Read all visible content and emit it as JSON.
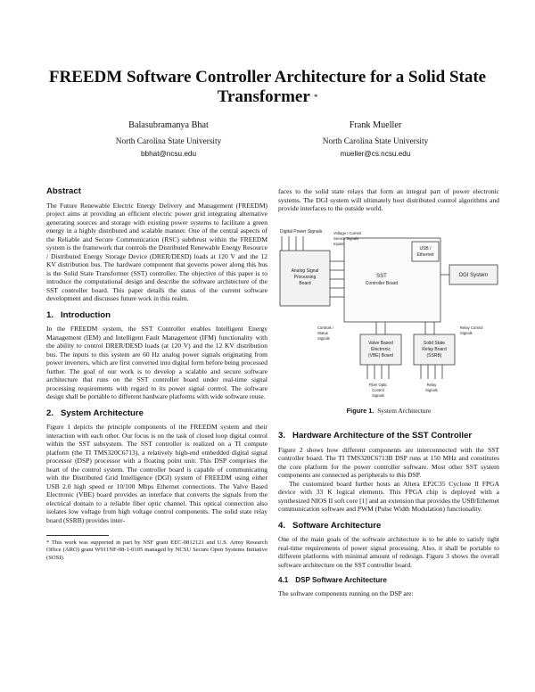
{
  "paper": {
    "title": "FREEDM Software Controller Architecture for a Solid State Transformer",
    "title_mark": "*",
    "authors": [
      {
        "name": "Balasubramanya Bhat",
        "affiliation": "North Carolina State University",
        "email": "bbhat@ncsu.edu"
      },
      {
        "name": "Frank Mueller",
        "affiliation": "North Carolina State University",
        "email": "mueller@cs.ncsu.edu"
      }
    ],
    "abstract_heading": "Abstract",
    "abstract": "The Future Renewable Electric Energy Delivery and Management (FREEDM) project aims at providing an efficient electric power grid integrating alternative generating sources and storage with existing power systems to facilitate a green energy in a highly distributed and scalable manner. One of the central aspects of the Reliable and Secure Communication (RSC) subthrust within the FREEDM system is the framework that controls the Distributed Renewable Energy Resource / Distributed Energy Storage Device (DRER/DESD) loads at 120 V and the 12 KV distribution bus. The hardware component that governs power along this bus is the Solid State Transformer (SST) controller. The objective of this paper is to introduce the computational design and describe the software architecture of the SST controller board. This paper details the status of the current software development and discusses future work in this realm.",
    "sec1": {
      "num": "1.",
      "title": "Introduction",
      "paras": [
        "In the FREEDM system, the SST Controller enables Intelligent Energy Management (IEM) and Intelligent Fault Management (IFM) functionality with the ability to control DRER/DESD loads (at 120 V) and the 12 KV distribution bus. The inputs to this system are 60 Hz analog power signals originating from power inverters, which are first converted into digital form before being processed further. The goal of our work is to develop a scalable and secure software architecture that runs on the SST controller board under real-time signal processing requirements with regard to its power signal control. The software design shall be portable to different hardware platforms with wide software reuse."
      ]
    },
    "sec2": {
      "num": "2.",
      "title": "System Architecture",
      "paras": [
        "Figure 1 depicts the principle components of the FREEDM system and their interaction with each other. Our focus is on the task of closed loop digital control within the SST subsystem. The SST controller is realized on a TI compute platform (the TI TMS320C6713), a relatively high-end embedded digital signal processor (DSP) processor with a floating point unit. This DSP comprises the heart of the control system. The controller board is capable of communicating with the Distributed Grid Intelligence (DGI) system of FREEDM using either USB 2.0 high speed or 10/100 Mbps Ethernet connections. The Valve Based Electronic (VBE) board provides an interface that converts the signals from the electrical domain to a reliable fiber optic channel. This optical connection also isolates low voltage from high voltage control components. The solid state relay board (SSRB) provides inter-"
      ]
    },
    "footnote": "* This work was supported in part by NSF grant EEC-0812121 and U.S. Army Research Office (ARO) grant W911NF-08-1-0105 managed by NCSU Secure Open Systems Initiative (SOSI).",
    "col2_top": "faces to the solid state relays that form an integral part of power electronic systems. The DGI system will ultimately host distributed control algorithms and provide interfaces to the outside world.",
    "figure": {
      "caption_label": "Figure 1.",
      "caption_text": "System Architecture",
      "labels": {
        "digital_power_signals": "Digital Power Signals",
        "analog_processing_1": "Analog Signal",
        "analog_processing_2": "Processing",
        "analog_processing_3": "Board",
        "sst_1": "SST",
        "sst_2": "Controller Board",
        "usb_ethernet_1": "USB /",
        "usb_ethernet_2": "Ethernet",
        "dgi": "DGI System",
        "vbe_1": "Valve Based",
        "vbe_2": "Electronic",
        "vbe_3": "(VBE) Board",
        "ssrb_1": "Solid State",
        "ssrb_2": "Relay Board",
        "ssrb_3": "(SSRB)",
        "side_in_1": "Voltage / Current",
        "side_in_2": "Sensor Signals",
        "side_in_3": "Inputs",
        "left_low_1": "Controls /",
        "left_low_2": "Status",
        "left_low_3": "Signals",
        "right_low_1": "Relay Control",
        "right_low_2": "Signals",
        "bottom_left_1": "Fiber Optic",
        "bottom_left_2": "Control",
        "bottom_left_3": "Signals",
        "bottom_right_1": "Relay",
        "bottom_right_2": "Signals"
      }
    },
    "sec3": {
      "num": "3.",
      "title": "Hardware Architecture of the SST Controller",
      "paras": [
        "Figure 2 shows how different components are interconnected with the SST controller board. The TI TMS320C6713B DSP runs at 150 MHz and constitutes the core platform for the power controller software. Most other SST system components are connected as peripherals to this DSP.",
        "The customized board further hosts an Altera EP2C35 Cyclone II FPGA device with 33 K logical elements. This FPGA chip is deployed with a synthesized NIOS II soft core [1] and an extension that provides the USB/Ethernet communication software and PWM (Pulse Width Modulation) functionality."
      ]
    },
    "sec4": {
      "num": "4.",
      "title": "Software Architecture",
      "paras": [
        "One of the main goals of the software architecture is to be able to satisfy tight real-time requirements of power signal processing. Also, it shall be portable to different platforms with minimal amount of redesign. Figure 3 shows the overall software architecture on the SST controller board."
      ]
    },
    "sec41": {
      "num": "4.1",
      "title": "DSP Software Architecture",
      "paras": [
        "The software components running on the DSP are:"
      ]
    }
  }
}
